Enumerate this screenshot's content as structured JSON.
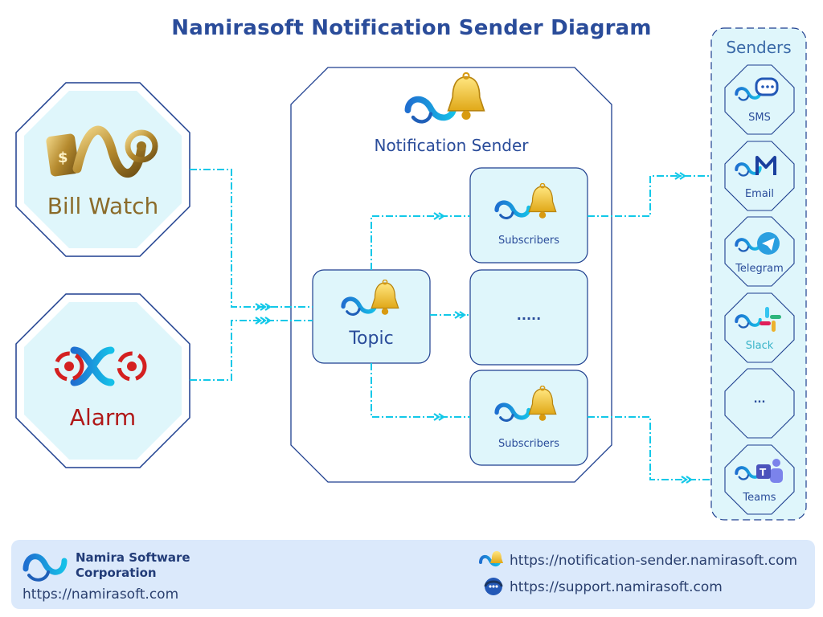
{
  "title": "Namirasoft Notification Sender Diagram",
  "sources": [
    {
      "label": "Bill Watch",
      "color": "#8b6b2a",
      "icon": "bill-watch-logo"
    },
    {
      "label": "Alarm",
      "color": "#b01818",
      "icon": "alarm-logo"
    }
  ],
  "center": {
    "title": "Notification Sender",
    "topic": "Topic",
    "subscribers": [
      "Subscribers",
      ".....",
      "Subscribers"
    ]
  },
  "senders": {
    "header": "Senders",
    "items": [
      {
        "label": "SMS",
        "icon": "sms-icon"
      },
      {
        "label": "Email",
        "icon": "email-icon"
      },
      {
        "label": "Telegram",
        "icon": "telegram-icon"
      },
      {
        "label": "Slack",
        "icon": "slack-icon"
      },
      {
        "label": "...",
        "icon": ""
      },
      {
        "label": "Teams",
        "icon": "teams-icon"
      }
    ]
  },
  "footer": {
    "company": "Namira Software\nCorporation",
    "company_url": "https://namirasoft.com",
    "links": [
      "https://notification-sender.namirasoft.com",
      "https://support.namirasoft.com"
    ]
  },
  "colors": {
    "primary": "#2a4c9a",
    "connector": "#12c8e8",
    "fill": "#dff6fb",
    "border": "#1e3f8f"
  }
}
